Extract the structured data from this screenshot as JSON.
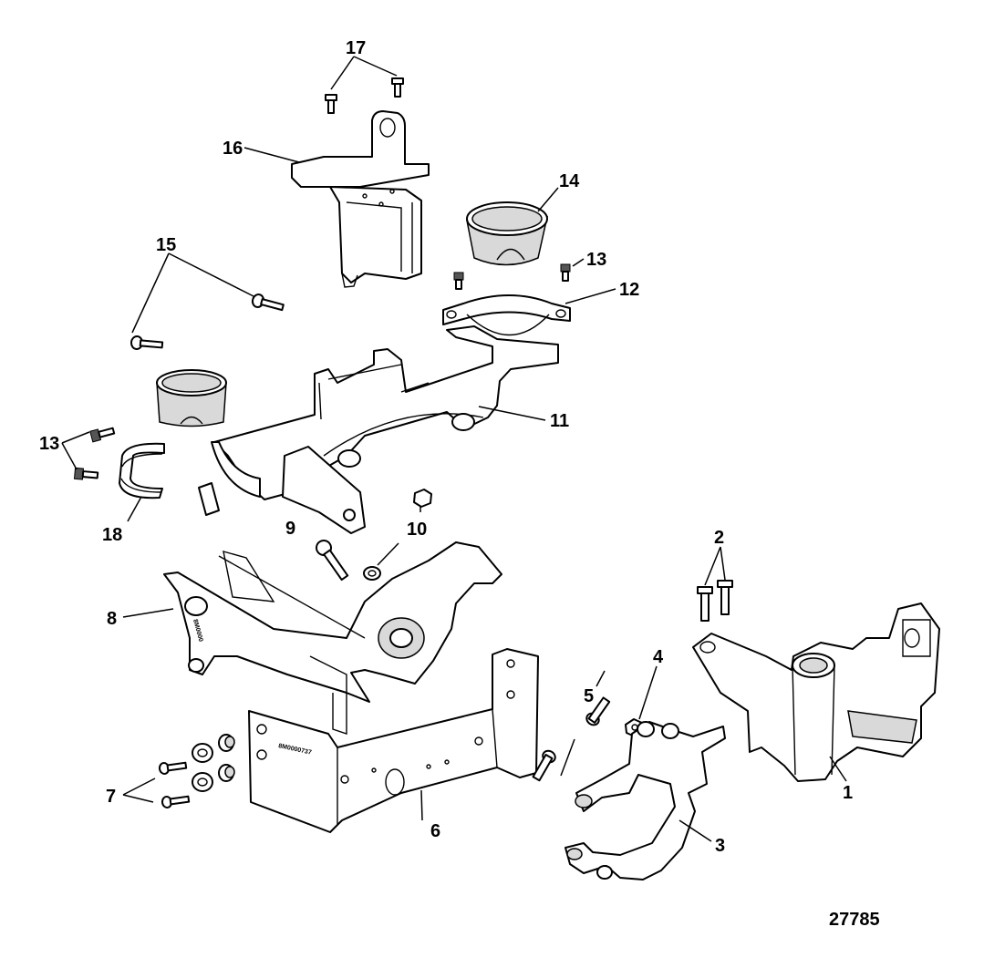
{
  "callouts": {
    "c1": "1",
    "c2": "2",
    "c3": "3",
    "c4": "4",
    "c5": "5",
    "c6": "6",
    "c7": "7",
    "c8": "8",
    "c9": "9",
    "c10": "10",
    "c11": "11",
    "c12": "12",
    "c13a": "13",
    "c13b": "13",
    "c14": "14",
    "c15": "15",
    "c16": "16",
    "c17": "17",
    "c18": "18"
  },
  "figure_number": "27785",
  "part_stamps": {
    "bracket_6": "8M0000737",
    "bracket_8": "8M0000"
  }
}
